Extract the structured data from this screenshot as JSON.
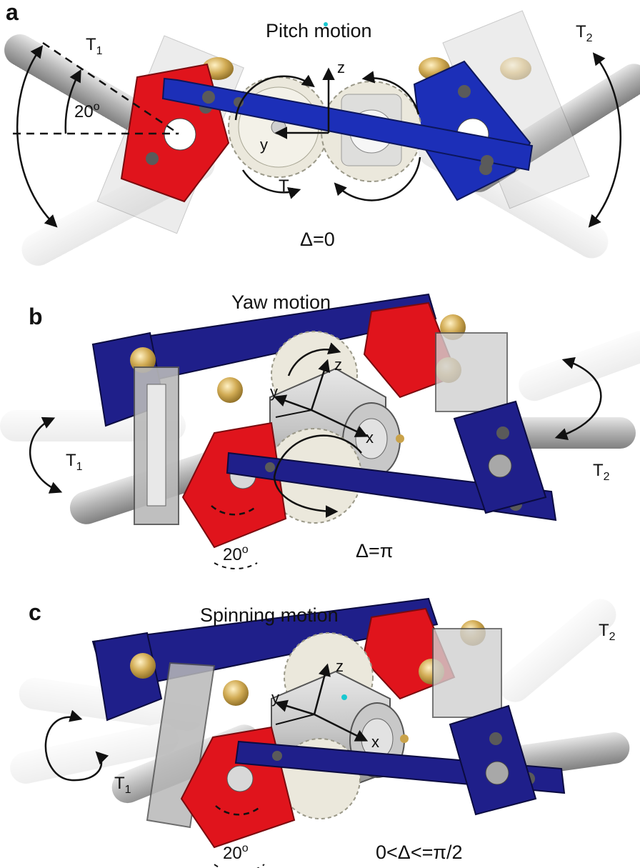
{
  "panels": [
    {
      "letter": "a",
      "title": "Pitch motion",
      "t1": "T",
      "t1_sub": "1",
      "t2": "T",
      "t2_sub": "2",
      "angle": "20",
      "angle_sup": "o",
      "gear_t1": "T",
      "gear_t1_sub": "1",
      "delta": "Δ=0",
      "axes": {
        "z": "z",
        "y": "y"
      }
    },
    {
      "letter": "b",
      "title": "Yaw motion",
      "t1": "T",
      "t1_sub": "1",
      "t2": "T",
      "t2_sub": "2",
      "angle": "20",
      "angle_sup": "o",
      "delta": "Δ=π",
      "axes": {
        "z": "z",
        "y": "y",
        "x": "x"
      }
    },
    {
      "letter": "c",
      "title": "Spinning motion",
      "t1": "T",
      "t1_sub": "1",
      "t2": "T",
      "t2_sub": "2",
      "angle": "20",
      "angle_sup": "o",
      "delta": "0<Δ<=π/2",
      "axes": {
        "z": "z",
        "y": "y",
        "x": "x"
      }
    }
  ],
  "colors": {
    "blue_arm": "#1c2fb8",
    "dark_blue": "#1f1f8a",
    "red_plate": "#e0141c",
    "rod": "#a9a9a9",
    "gear": "#ebe8dc",
    "brass": "#c9a24a"
  }
}
